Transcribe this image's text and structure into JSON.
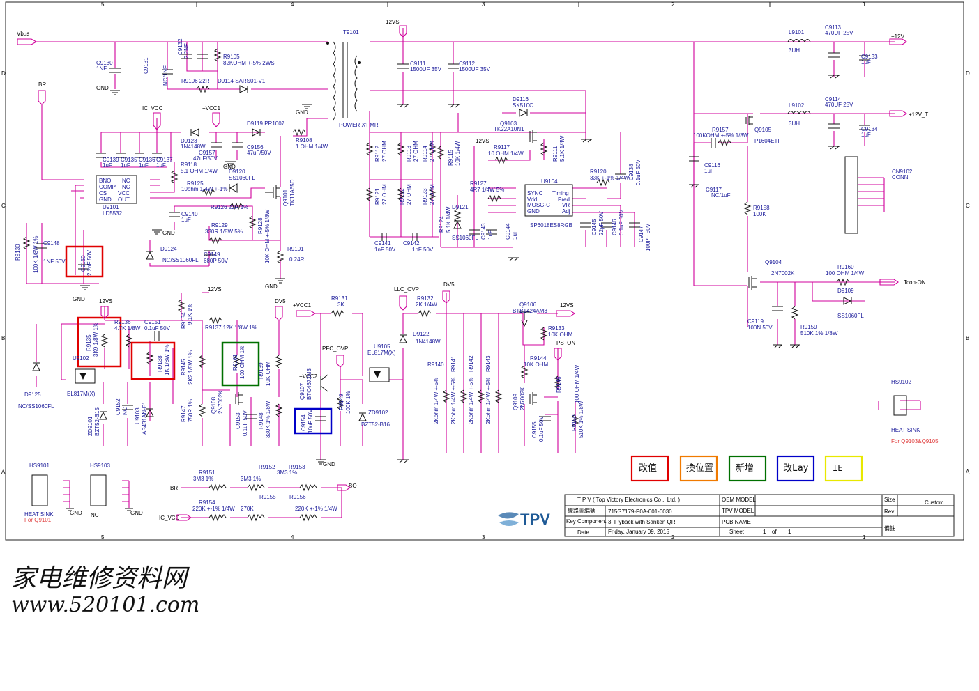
{
  "frame": {
    "top_ticks": [
      "5",
      "4",
      "3",
      "2",
      "1"
    ],
    "side_ticks": [
      "D",
      "C",
      "B",
      "A"
    ]
  },
  "nets": {
    "vbus": "Vbus",
    "br": "BR",
    "ic_vcc": "IC_VCC",
    "vcc1": "+VCC1",
    "v12vs": "12VS",
    "p12v": "+12V",
    "p12v_t": "+12V_T",
    "gnd": "GND",
    "llc_ovp": "LLC_OVP",
    "dv5": "DV5",
    "pfc_ovp": "PFC_OVP",
    "ps_on": "PS_ON",
    "vcc2": "+VCC2",
    "tcon_on": "Tcon-ON",
    "bo": "BO",
    "nc": "NC"
  },
  "parts": {
    "t9101": "T9101",
    "t9101_desc": "POWER X'FMR",
    "c9130": "C9130",
    "c9130v": "1NF",
    "c9131": "C9131",
    "c9131v": "NC/1NF",
    "c9132": "C9132",
    "c9132v": "2.2NF",
    "r9105": "R9105",
    "r9105v": "82KOHM +-5% 2WS",
    "r9106": "R9106 22R",
    "d9114": "D9114 SARS01-V1",
    "d9119": "D9119 PR1007",
    "r9108": "R9108",
    "r9108v": "1 OHM 1/4W",
    "c9111": "C9111",
    "c9111v": "1500UF 35V",
    "c9112": "C9112",
    "c9112v": "1500UF 35V",
    "l9101": "L9101",
    "l9101v": "3UH",
    "c9113": "C9113",
    "c9113v": "470UF 25V",
    "c9133": "C9133",
    "c9133v": "1uF",
    "l9102": "L9102",
    "l9102v": "3UH",
    "c9114": "C9114",
    "c9114v": "470UF 25V",
    "c9134": "C9134",
    "c9134v": "1uF",
    "d9116": "D9116",
    "d9116v": "SK510C",
    "q9103": "Q9103",
    "q9103v": "TK22A10N1",
    "r9117": "R9117",
    "r9117v": "10 OHM 1/4W",
    "r9111": "R9111",
    "r9111v": "5.1K 1/4W",
    "r9157": "R9157",
    "r9157v": "100KOHM +-5% 1/8W",
    "q9105": "Q9105",
    "q9105v": "P1604ETF",
    "c9116": "C9116",
    "c9116v": "1uF",
    "c9117": "C9117",
    "c9117v": "NC/1uF",
    "cn9102": "CN9102",
    "cn9102v": "CONN",
    "d9123": "D9123",
    "d9123v": "1N4148W",
    "c9157": "C9157",
    "c9157v": "47uF/50V",
    "c9156": "C9156",
    "c9156v": "47uF/50V",
    "d9120": "D9120",
    "d9120v": "SS1060FL",
    "r9118": "R9118",
    "r9118v": "5.1 OHM 1/4W",
    "r9125": "R9125",
    "r9125v": "10ohm 1/4W +-1%",
    "r9126": "R9126 22R 1%",
    "q9101": "Q9101",
    "q9101v": "TK11A65D",
    "c9139": "C9139",
    "c9139v": "1uF",
    "c9135": "C9135",
    "c9135v": "1uF",
    "c9136": "C9136",
    "c9136v": "1uF",
    "c9137": "C9137",
    "c9137v": "1uF",
    "u9101": "U9101",
    "u9101v": "LD5532",
    "u9101_pins_l": [
      "BNO",
      "COMP",
      "CS",
      "GND"
    ],
    "u9101_pins_r": [
      "NC",
      "NC",
      "VCC",
      "OUT"
    ],
    "c9140": "C9140",
    "c9140v": "1uF",
    "r9129": "R9129",
    "r9129v": "330R 1/8W 5%",
    "r9128": "R9128",
    "r9128v": "10K OHM +-5% 1/8W",
    "r9101": "R9101",
    "r9101v": "0.24R",
    "d9124": "D9124",
    "d9124v": "NC/SS1060FL",
    "c9149": "C9149",
    "c9149v": "680P 50V",
    "r9130": "R9130",
    "r9130v": "100K 1/8W 1%",
    "c9148": "C9148",
    "c9148v": "1NF 50V",
    "c9150": "C9150",
    "c9150v": "2.2nF 50V",
    "r9112": "R9112",
    "r9113": "R9113",
    "r9114": "R9114",
    "r9121": "R9121",
    "r9122": "R9122",
    "r9123": "R9123",
    "r27": "27 OHM",
    "r9115": "R9115",
    "r9115v": "10K 1/4W",
    "r9127": "R9127",
    "r9127v": "4R7 1/4W 5%",
    "u9104": "U9104",
    "u9104v": "SP6018ES8RGB",
    "u9104_pins_l": [
      "SYNC",
      "Vdd",
      "MOSG-C",
      "GND"
    ],
    "u9104_pins_r": [
      "Timing",
      "Pred",
      "VR",
      "Adj"
    ],
    "r9120": "R9120",
    "r9120v": "33K +-1% 1/4W",
    "c9138": "C9138",
    "c9138v": "0.1uF 50V",
    "d9121": "D9121",
    "d9121v": "SS1060FL",
    "r9124": "R9124",
    "r9124v": "5.1K 1/4W",
    "c9143": "C9143",
    "c9143v": "1uF",
    "c9144": "C9144",
    "c9144v": "1uF",
    "c9145": "C9145",
    "c9145v": "22pF 50V",
    "c9146": "C9146",
    "c9146v": "0.1uF 50V",
    "c9147": "C9147",
    "c9147v": "100PF 50V",
    "c9141": "C9141",
    "c9141v": "1nF 50V",
    "c9142": "C9142",
    "c9142v": "1nF 50V",
    "r9158": "R9158",
    "r9158v": "100K",
    "q9104": "Q9104",
    "q9104v": "2N7002K",
    "r9160": "R9160",
    "r9160v": "100 OHM 1/4W",
    "d9109": "D9109",
    "d9109v": "SS1060FL",
    "c9119": "C9119",
    "c9119v": "100N 50V",
    "r9159": "R9159",
    "r9159v": "510K 1% 1/8W",
    "hs9102": "HS9102",
    "hs9102v": "HEAT SINK",
    "hs9102n": "For Q9103&Q9105",
    "r9135": "R9135",
    "r9135v": "3K9 1/8W 1%",
    "r9136": "R9136",
    "r9136v": "4.7K 1/8W",
    "c9151": "C9151",
    "c9151v": "0.1uF 50V",
    "r9134": "R9134",
    "r9134v": "9.1K 1%",
    "r9137": "R9137 12K 1/8W 1%",
    "u9102": "U9102",
    "u9102v": "EL817M(X)",
    "d9125": "D9125",
    "d9125v": "NC/SS1060FL",
    "zd9101": "ZD9101",
    "zd9101v": "BZT52-B15",
    "c9152": "C9152",
    "c9152v": "NC",
    "u9103": "U9103",
    "u9103v": "AS431AN-E1",
    "r9138": "R9138",
    "r9138v": "1K 1/8W 1%",
    "r9145": "R9145",
    "r9145v": "2K2 1/8W 1%",
    "r9147": "R9147",
    "r9147v": "750R 1%",
    "r9161": "R9161",
    "r9161v": "100 OHM 1%",
    "q9108": "Q9108",
    "q9108v": "2N7002K",
    "c9153": "C9153",
    "c9153v": "0.1uF 50V",
    "r9139": "R9139",
    "r9139v": "10K OHM",
    "r9148": "R9148",
    "r9148v": "330K 1% 1/8W",
    "r9131": "R9131",
    "r9131v": "3K",
    "q9107": "Q9107",
    "q9107v": "BTC4672M3",
    "c9154": "C9154",
    "c9154v": "10uF 50V",
    "r9149": "R9149",
    "r9149v": "100K 1%",
    "u9105": "U9105",
    "u9105v": "EL817M(X)",
    "zd9102": "ZD9102",
    "zd9102v": "BZT52-B16",
    "r9132": "R9132",
    "r9132v": "2K 1/4W",
    "d9122": "D9122",
    "d9122v": "1N4148W",
    "r9140": "R9140",
    "r9141": "R9141",
    "r9142": "R9142",
    "r9143": "R9143",
    "r2k": "2Kohm 1/4W +-5%",
    "q9106": "Q9106",
    "q9106v": "BTB1424AM3",
    "r9133": "R9133",
    "r9133v": "10K OHM",
    "r9144": "R9144",
    "r9144v": "10K OHM",
    "q9109": "Q9109",
    "q9109v": "2N7002K",
    "r9146": "R9146",
    "r9146v": "100 OHM 1/4W",
    "c9155": "C9155",
    "c9155v": "0.1uF 50V",
    "r9150": "R9150",
    "r9150v": "510K 1% 1/8W",
    "hs9101": "HS9101",
    "hs9101v": "HEAT SINK",
    "hs9101n": "For Q9101",
    "hs9103": "HS9103",
    "r9151": "R9151",
    "r9151v": "3M3 1%",
    "r9152": "R9152",
    "r9152v": "3M3 1%",
    "r9153": "R9153",
    "r9153v": "3M3 1%",
    "r9155": "R9155",
    "r9156": "R9156",
    "r9154": "R9154",
    "r9154v": "220K +-1% 1/4W",
    "r270k": "270K",
    "r9156v": "220K +-1% 1/4W"
  },
  "legend": [
    {
      "label": "改值",
      "color": "#e00000"
    },
    {
      "label": "換位置",
      "color": "#f07a00"
    },
    {
      "label": "新增",
      "color": "#007000"
    },
    {
      "label": "改Lay",
      "color": "#0000c8"
    },
    {
      "label": "IE",
      "color": "#e8e800"
    }
  ],
  "title_block": {
    "company": "T P V  ( Top   Victory   Electronics   Co .,  Ltd. )",
    "logo": "TPV",
    "drawing_no_label": "線路圖編號",
    "drawing_no": "715G7179-P0A-001-0030",
    "key_component_label": "Key Component",
    "key_component": "3. Flyback with Sanken QR",
    "date_label": "Date",
    "date": "Friday, January 09, 2015",
    "oem_model_label": "OEM MODEL",
    "tpv_model_label": "TPV MODEL",
    "pcb_name_label": "PCB NAME",
    "sheet_label": "Sheet",
    "sheet": "1",
    "of_label": "of",
    "of": "1",
    "size_label": "Size",
    "size": "Custom",
    "rev_label": "Rev",
    "remark_label": "備註"
  },
  "watermark": {
    "line1": "家电维修资料网",
    "line2": "www.520101.com"
  }
}
